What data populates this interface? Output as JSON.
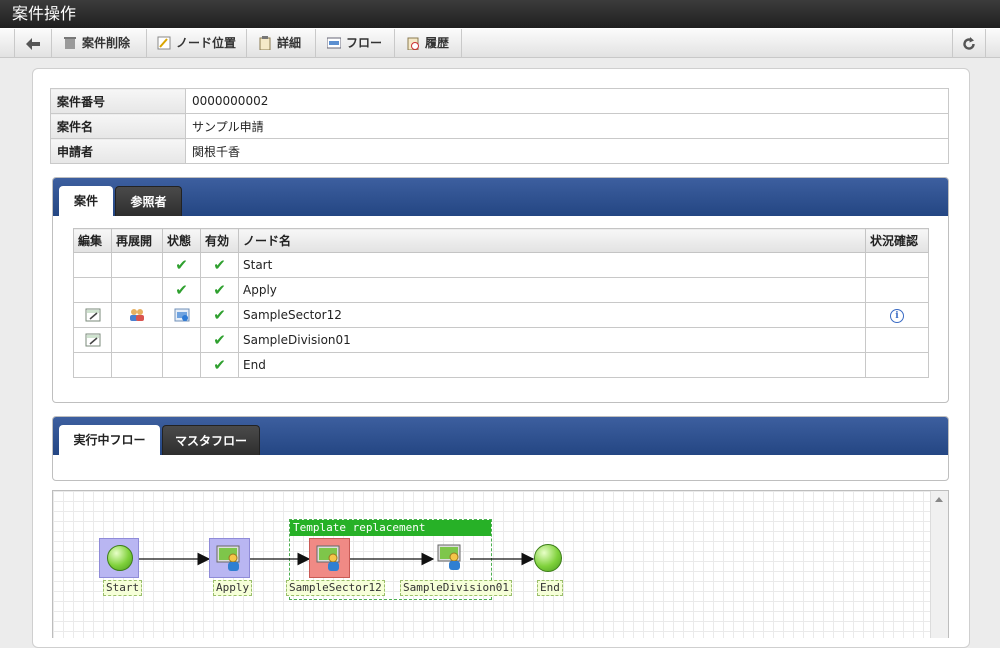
{
  "window": {
    "title": "案件操作"
  },
  "toolbar": {
    "back_icon": "back-arrow-icon",
    "items": [
      {
        "label": "案件削除",
        "icon": "trash-icon"
      },
      {
        "label": "ノード位置",
        "icon": "node-position-icon"
      },
      {
        "label": "詳細",
        "icon": "clipboard-icon"
      },
      {
        "label": "フロー",
        "icon": "flow-icon"
      },
      {
        "label": "履歴",
        "icon": "history-icon"
      }
    ],
    "refresh_icon": "refresh-icon"
  },
  "case_info": {
    "rows": [
      {
        "key": "案件番号",
        "value": "0000000002"
      },
      {
        "key": "案件名",
        "value": "サンプル申請"
      },
      {
        "key": "申請者",
        "value": "関根千香"
      }
    ]
  },
  "case_tabs": {
    "tabs": [
      {
        "label": "案件",
        "active": true
      },
      {
        "label": "参照者",
        "active": false
      }
    ],
    "table": {
      "headers": [
        "編集",
        "再展開",
        "状態",
        "有効",
        "ノード名",
        "状況確認"
      ],
      "rows": [
        {
          "edit": false,
          "reexpand": false,
          "status": "check",
          "enabled": true,
          "node": "Start",
          "info": false
        },
        {
          "edit": false,
          "reexpand": false,
          "status": "check",
          "enabled": true,
          "node": "Apply",
          "info": false
        },
        {
          "edit": true,
          "reexpand": true,
          "status": "processing-icon",
          "enabled": true,
          "node": "SampleSector12",
          "info": true
        },
        {
          "edit": true,
          "reexpand": false,
          "status": "",
          "enabled": true,
          "node": "SampleDivision01",
          "info": false
        },
        {
          "edit": false,
          "reexpand": false,
          "status": "",
          "enabled": true,
          "node": "End",
          "info": false
        }
      ],
      "check_glyph": "✔",
      "info_glyph": "i"
    }
  },
  "flow_tabs": {
    "tabs": [
      {
        "label": "実行中フロー",
        "active": true
      },
      {
        "label": "マスタフロー",
        "active": false
      }
    ]
  },
  "flow": {
    "group_label": "Template replacement",
    "nodes": [
      {
        "label": "Start",
        "type": "start"
      },
      {
        "label": "Apply",
        "type": "user"
      },
      {
        "label": "SampleSector12",
        "type": "user-current"
      },
      {
        "label": "SampleDivision01",
        "type": "user"
      },
      {
        "label": "End",
        "type": "end"
      }
    ],
    "colors": {
      "current": "#f08a85",
      "done": "#b9b6f2",
      "group": "#27b127",
      "circle": "#7fd13b"
    }
  }
}
